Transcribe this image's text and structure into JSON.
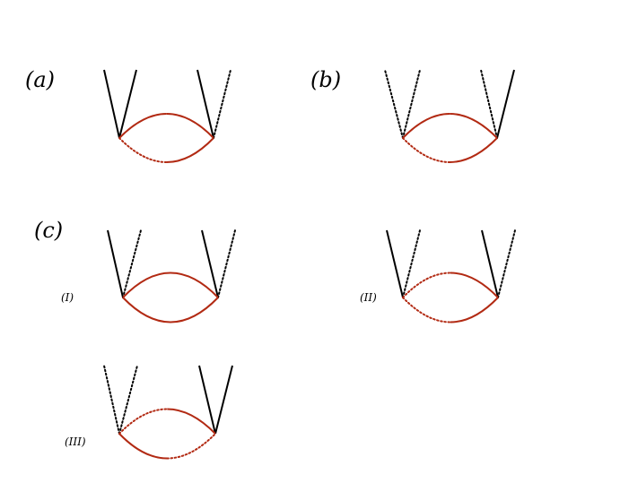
{
  "labels": {
    "a": "(a)",
    "b": "(b)",
    "c": "(c)",
    "c_I": "(I)",
    "c_II": "(II)",
    "c_III": "(III)"
  },
  "colors": {
    "loop": "#b22a13",
    "external": "#000000",
    "background": "#ffffff"
  },
  "diagrams": [
    {
      "id": "a",
      "legs": [
        "solid",
        "solid",
        "solid",
        "dotted"
      ],
      "upper_arc": [
        "solid",
        "solid"
      ],
      "lower_arc": [
        "dotted",
        "solid"
      ]
    },
    {
      "id": "b",
      "legs": [
        "dotted",
        "dotted",
        "dotted",
        "solid"
      ],
      "upper_arc": [
        "solid",
        "solid"
      ],
      "lower_arc": [
        "dotted",
        "solid"
      ]
    },
    {
      "id": "c-I",
      "legs": [
        "solid",
        "dotted",
        "solid",
        "dotted"
      ],
      "upper_arc": [
        "solid",
        "solid"
      ],
      "lower_arc": [
        "solid",
        "solid"
      ]
    },
    {
      "id": "c-II",
      "legs": [
        "solid",
        "dotted",
        "solid",
        "dotted"
      ],
      "upper_arc": [
        "dotted",
        "solid"
      ],
      "lower_arc": [
        "dotted",
        "solid"
      ]
    },
    {
      "id": "c-III",
      "legs": [
        "dotted",
        "dotted",
        "solid",
        "solid"
      ],
      "upper_arc": [
        "dotted",
        "solid"
      ],
      "lower_arc": [
        "solid",
        "dotted"
      ]
    }
  ]
}
